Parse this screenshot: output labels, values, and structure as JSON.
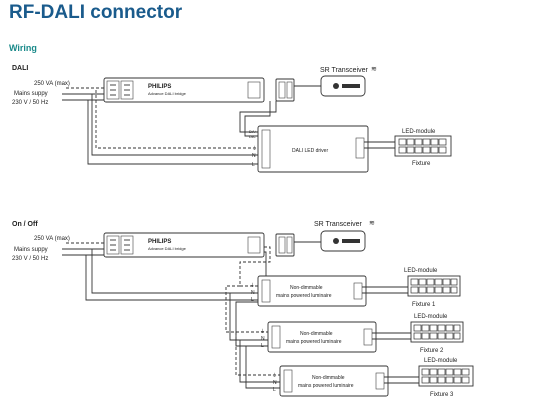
{
  "title": "RF-DALI connector",
  "subtitle": "Wiring",
  "dali": {
    "section_label": "DALI",
    "supply_power": "250 VA (max)",
    "supply_line1": "Mains suppy",
    "supply_line2": "230 V / 50 Hz",
    "controller_brand": "PHILIPS",
    "controller_sub": "Advance DALI bridge",
    "transceiver_label": "SR Transceiver",
    "driver_terminals": [
      "DA+",
      "DA-",
      "⏚",
      "N",
      "L"
    ],
    "driver_label": "DALI LED driver",
    "led_module_label": "LED-module",
    "fixture_label": "Fixture"
  },
  "onoff": {
    "section_label": "On / Off",
    "supply_power": "250 VA (max)",
    "supply_line1": "Mains suppy",
    "supply_line2": "230 V / 50 Hz",
    "controller_brand": "PHILIPS",
    "controller_sub": "Advance DALI bridge",
    "transceiver_label": "SR Transceiver",
    "luminaires": [
      {
        "line1": "Non-dimmable",
        "line2": "mains powered luminaire",
        "led_label": "LED-module",
        "fixture_label": "Fixture 1",
        "terminals": [
          "⏚",
          "N",
          "L"
        ]
      },
      {
        "line1": "Non-dimmable",
        "line2": "mains powered luminaire",
        "led_label": "LED-module",
        "fixture_label": "Fixture 2",
        "terminals": [
          "⏚",
          "N",
          "L"
        ]
      },
      {
        "line1": "Non-dimmable",
        "line2": "mains powered luminaire",
        "led_label": "LED-module",
        "fixture_label": "Fixture 3",
        "terminals": [
          "⏚",
          "N",
          "L"
        ]
      }
    ]
  }
}
